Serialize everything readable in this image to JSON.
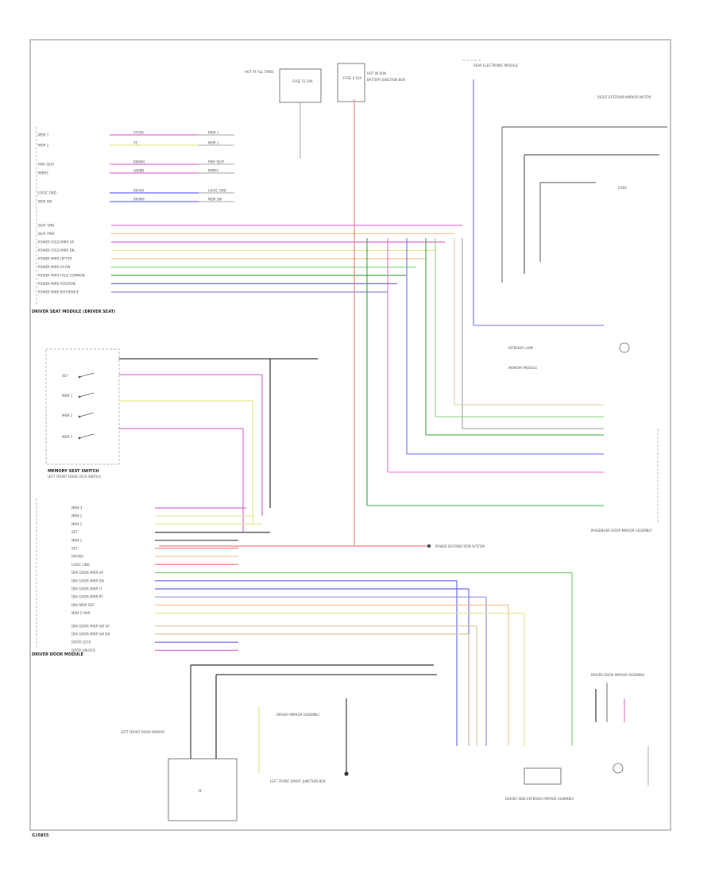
{
  "diagram": {
    "footer_id": "G15855",
    "colors": {
      "pink": "#e070d0",
      "yellow": "#e6e68a",
      "red": "#f28080",
      "green": "#86d07a",
      "darkgreen": "#3fa33f",
      "blue": "#6a6ae8",
      "violet": "#8f8fe0",
      "orange": "#f0c090",
      "gray": "#9a9a9a",
      "black": "#333333",
      "tan": "#d8c89a"
    },
    "top_left_wires": [
      {
        "pin": "MEM 1",
        "color_code": "VT/GN",
        "dest": "MEM 1"
      },
      {
        "pin": "MEM 2",
        "color_code": "YE",
        "dest": "MEM 2"
      },
      {
        "pin": "PWR SEAT",
        "color_code": "BN/WH",
        "dest": "PWR SEAT"
      },
      {
        "pin": "MIRRS",
        "color_code": "GN/BN",
        "dest": "MIRRS"
      },
      {
        "pin": "LOGIC GND",
        "color_code": "BK/GN",
        "dest": "LOGIC GND"
      },
      {
        "pin": "MEM SW",
        "color_code": "BK/WH",
        "dest": "MEM SW"
      }
    ],
    "top_left_signals": [
      {
        "label": "SEAT GND",
        "color": "pink"
      },
      {
        "label": "SEAT PWR",
        "color": "orange"
      },
      {
        "label": "POWER FOLD MIRR UP",
        "color": "pink"
      },
      {
        "label": "POWER FOLD MIRR DN",
        "color": "yellow"
      },
      {
        "label": "POWER MIRR LEFT-RT",
        "color": "orange"
      },
      {
        "label": "POWER MIRR UP-DN",
        "color": "green"
      },
      {
        "label": "POWER MIRR FOLD COMMON",
        "color": "darkgreen"
      },
      {
        "label": "POWER MIRR POSITION",
        "color": "blue"
      },
      {
        "label": "POWER MIRR REFERENCE",
        "color": "violet"
      }
    ],
    "top_left_caption": "DRIVER SEAT MODULE (DRIVER SEAT)",
    "memory_switch_caption": "MEMORY SEAT SWITCH",
    "memory_switch_sub": "LEFT FRONT DOOR LOCK SWITCH",
    "memory_buttons": [
      "SET",
      "MEM 1",
      "MEM 2",
      "MEM 3"
    ],
    "lower_left_pins": [
      {
        "pin": "MEM 3",
        "color": "pink"
      },
      {
        "pin": "MEM 2",
        "color": "yellow"
      },
      {
        "pin": "MEM 1",
        "color": "yellow"
      },
      {
        "pin": "SET",
        "color": "black"
      },
      {
        "pin": "MEM 1",
        "color": "black"
      },
      {
        "pin": "SET",
        "color": "red"
      },
      {
        "pin": "DRIVER",
        "color": "orange"
      },
      {
        "pin": "LOGIC GND",
        "color": "red"
      },
      {
        "pin": "DRV DOOR MIRR UP",
        "color": "green"
      },
      {
        "pin": "DRV DOOR MIRR DN",
        "color": "blue"
      },
      {
        "pin": "DRV DOOR MIRR LT",
        "color": "blue"
      },
      {
        "pin": "DRV DOOR MIRR RT",
        "color": "violet"
      },
      {
        "pin": "DRV MIRR REF",
        "color": "orange"
      },
      {
        "pin": "MEM 2 PWR",
        "color": "yellow"
      },
      {
        "pin": "DRV DOOR MIRR SW UP",
        "color": "tan"
      },
      {
        "pin": "DRV DOOR MIRR SW DN",
        "color": "tan"
      },
      {
        "pin": "DOOR LOCK",
        "color": "blue"
      },
      {
        "pin": "DOOR UNLOCK",
        "color": "pink"
      }
    ],
    "lower_left_caption": "DRIVER DOOR MODULE",
    "labels": {
      "hot_at_all_times_a": "HOT AT ALL TIMES",
      "hot_at_all_times_b": "HOT IN RUN",
      "fuse_a": "FUSE 15 20A",
      "fuse_b": "FUSE 8 10A",
      "battery_junction": "BATTERY JUNCTION BOX",
      "rear_module": "REAR ELECTRONIC MODULE",
      "ground_g": "G300",
      "passenger_door": "PASSENGER DOOR MIRROR ASSEMBLY",
      "driver_mirror": "DRIVER MIRROR ASSEMBLY",
      "lf_mirror": "LEFT FRONT DOOR MIRROR",
      "right_mirror": "RIGHT EXTERIOR MIRROR MOTOR",
      "interior_lamp": "INTERIOR LAMP",
      "memory_module": "MEMORY MODULE",
      "power_distribution": "POWER DISTRIBUTION SYSTEM",
      "driver_door_mirror": "DRIVER DOOR MIRROR ASSEMBLY",
      "bottom_center": "LEFT FRONT SMART JUNCTION BOX",
      "bottom_right": "DRIVER SIDE EXTERIOR MIRROR ASSEMBLY"
    }
  }
}
